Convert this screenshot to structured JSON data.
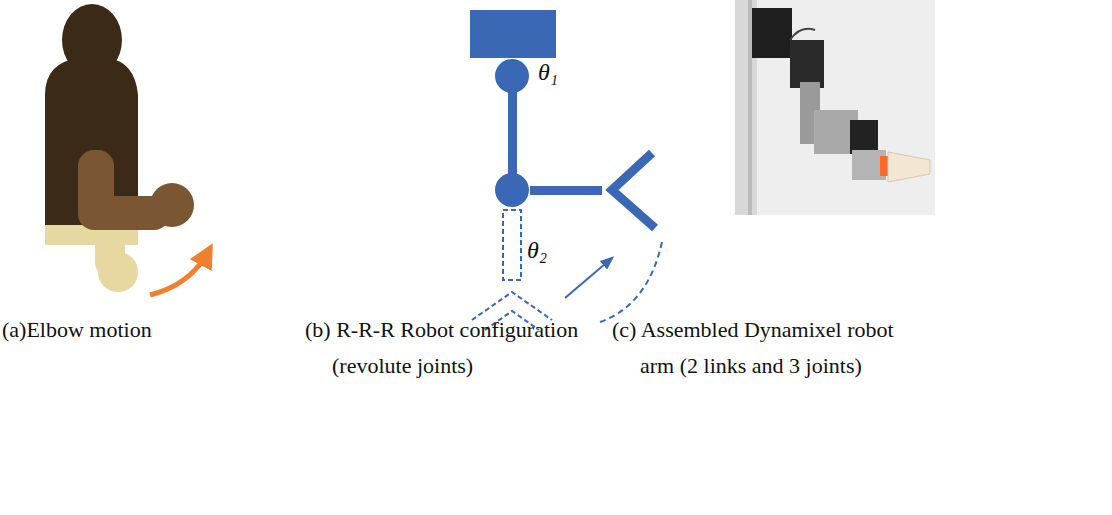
{
  "diagram": {
    "labels": [
      "θ₁",
      "θ₂",
      "(a)Elbow motion",
      "(b) R-R-R Robot configuration (revolute joints)",
      "(c) Assembled Dynamixel robot arm (2 links and 3 joints)"
    ]
  }
}
